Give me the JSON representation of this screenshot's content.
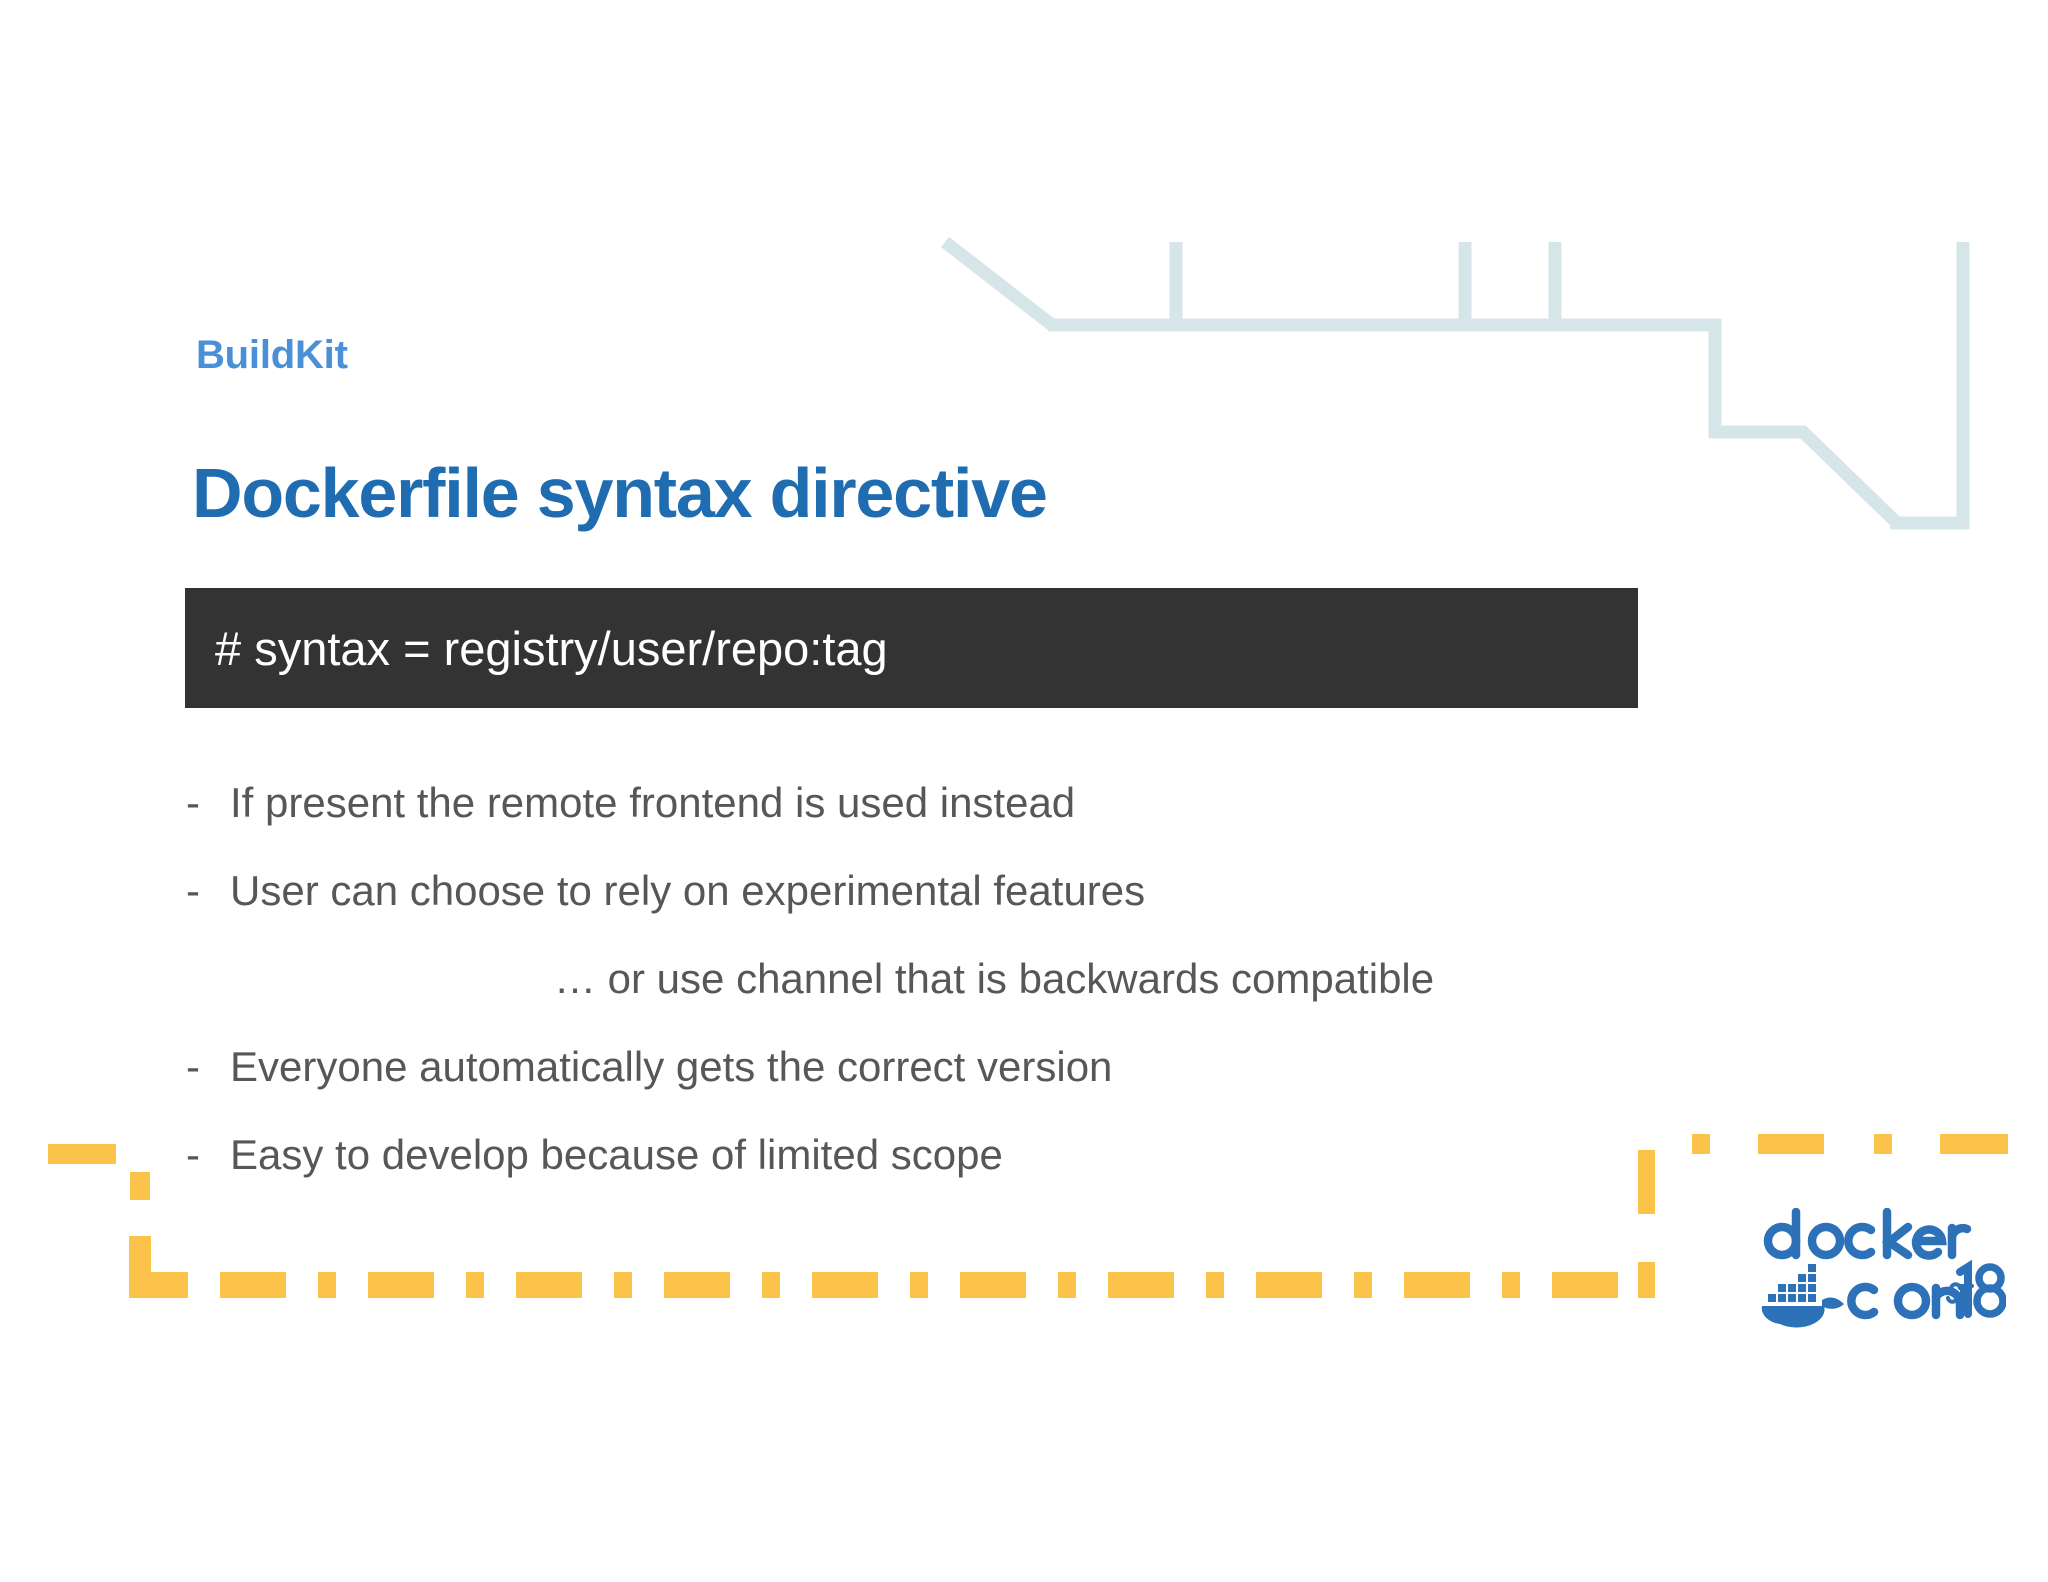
{
  "slide": {
    "eyebrow": "BuildKit",
    "title": "Dockerfile syntax directive",
    "code": "# syntax = registry/user/repo:tag",
    "bullets": [
      {
        "marker": "-",
        "text": "If present the remote frontend is used instead",
        "sub": false
      },
      {
        "marker": "-",
        "text": "User can choose to rely on experimental features",
        "sub": false
      },
      {
        "marker": "",
        "text": "… or use channel that is backwards compatible",
        "sub": true
      },
      {
        "marker": "-",
        "text": "Everyone automatically gets the correct version",
        "sub": false
      },
      {
        "marker": "-",
        "text": "Easy to develop because of limited scope",
        "sub": false
      }
    ]
  },
  "logo": {
    "word_top": "docker",
    "word_bottom": "con",
    "year": "18",
    "city": "SF",
    "icon": "docker-whale-icon"
  },
  "colors": {
    "background": "#ffffff",
    "eyebrow_blue": "#4a90d6",
    "title_blue": "#1f6cb0",
    "code_bg": "#333333",
    "code_fg": "#ffffff",
    "body_gray": "#575757",
    "deco_line": "#d6e6e8",
    "accent_yellow": "#fbc34a",
    "logo_blue": "#2d72b8"
  },
  "decorations": {
    "circuit_line_name": "top-right-circuit-line",
    "dash_pattern_name": "bottom-yellow-dash-dot-rule"
  }
}
